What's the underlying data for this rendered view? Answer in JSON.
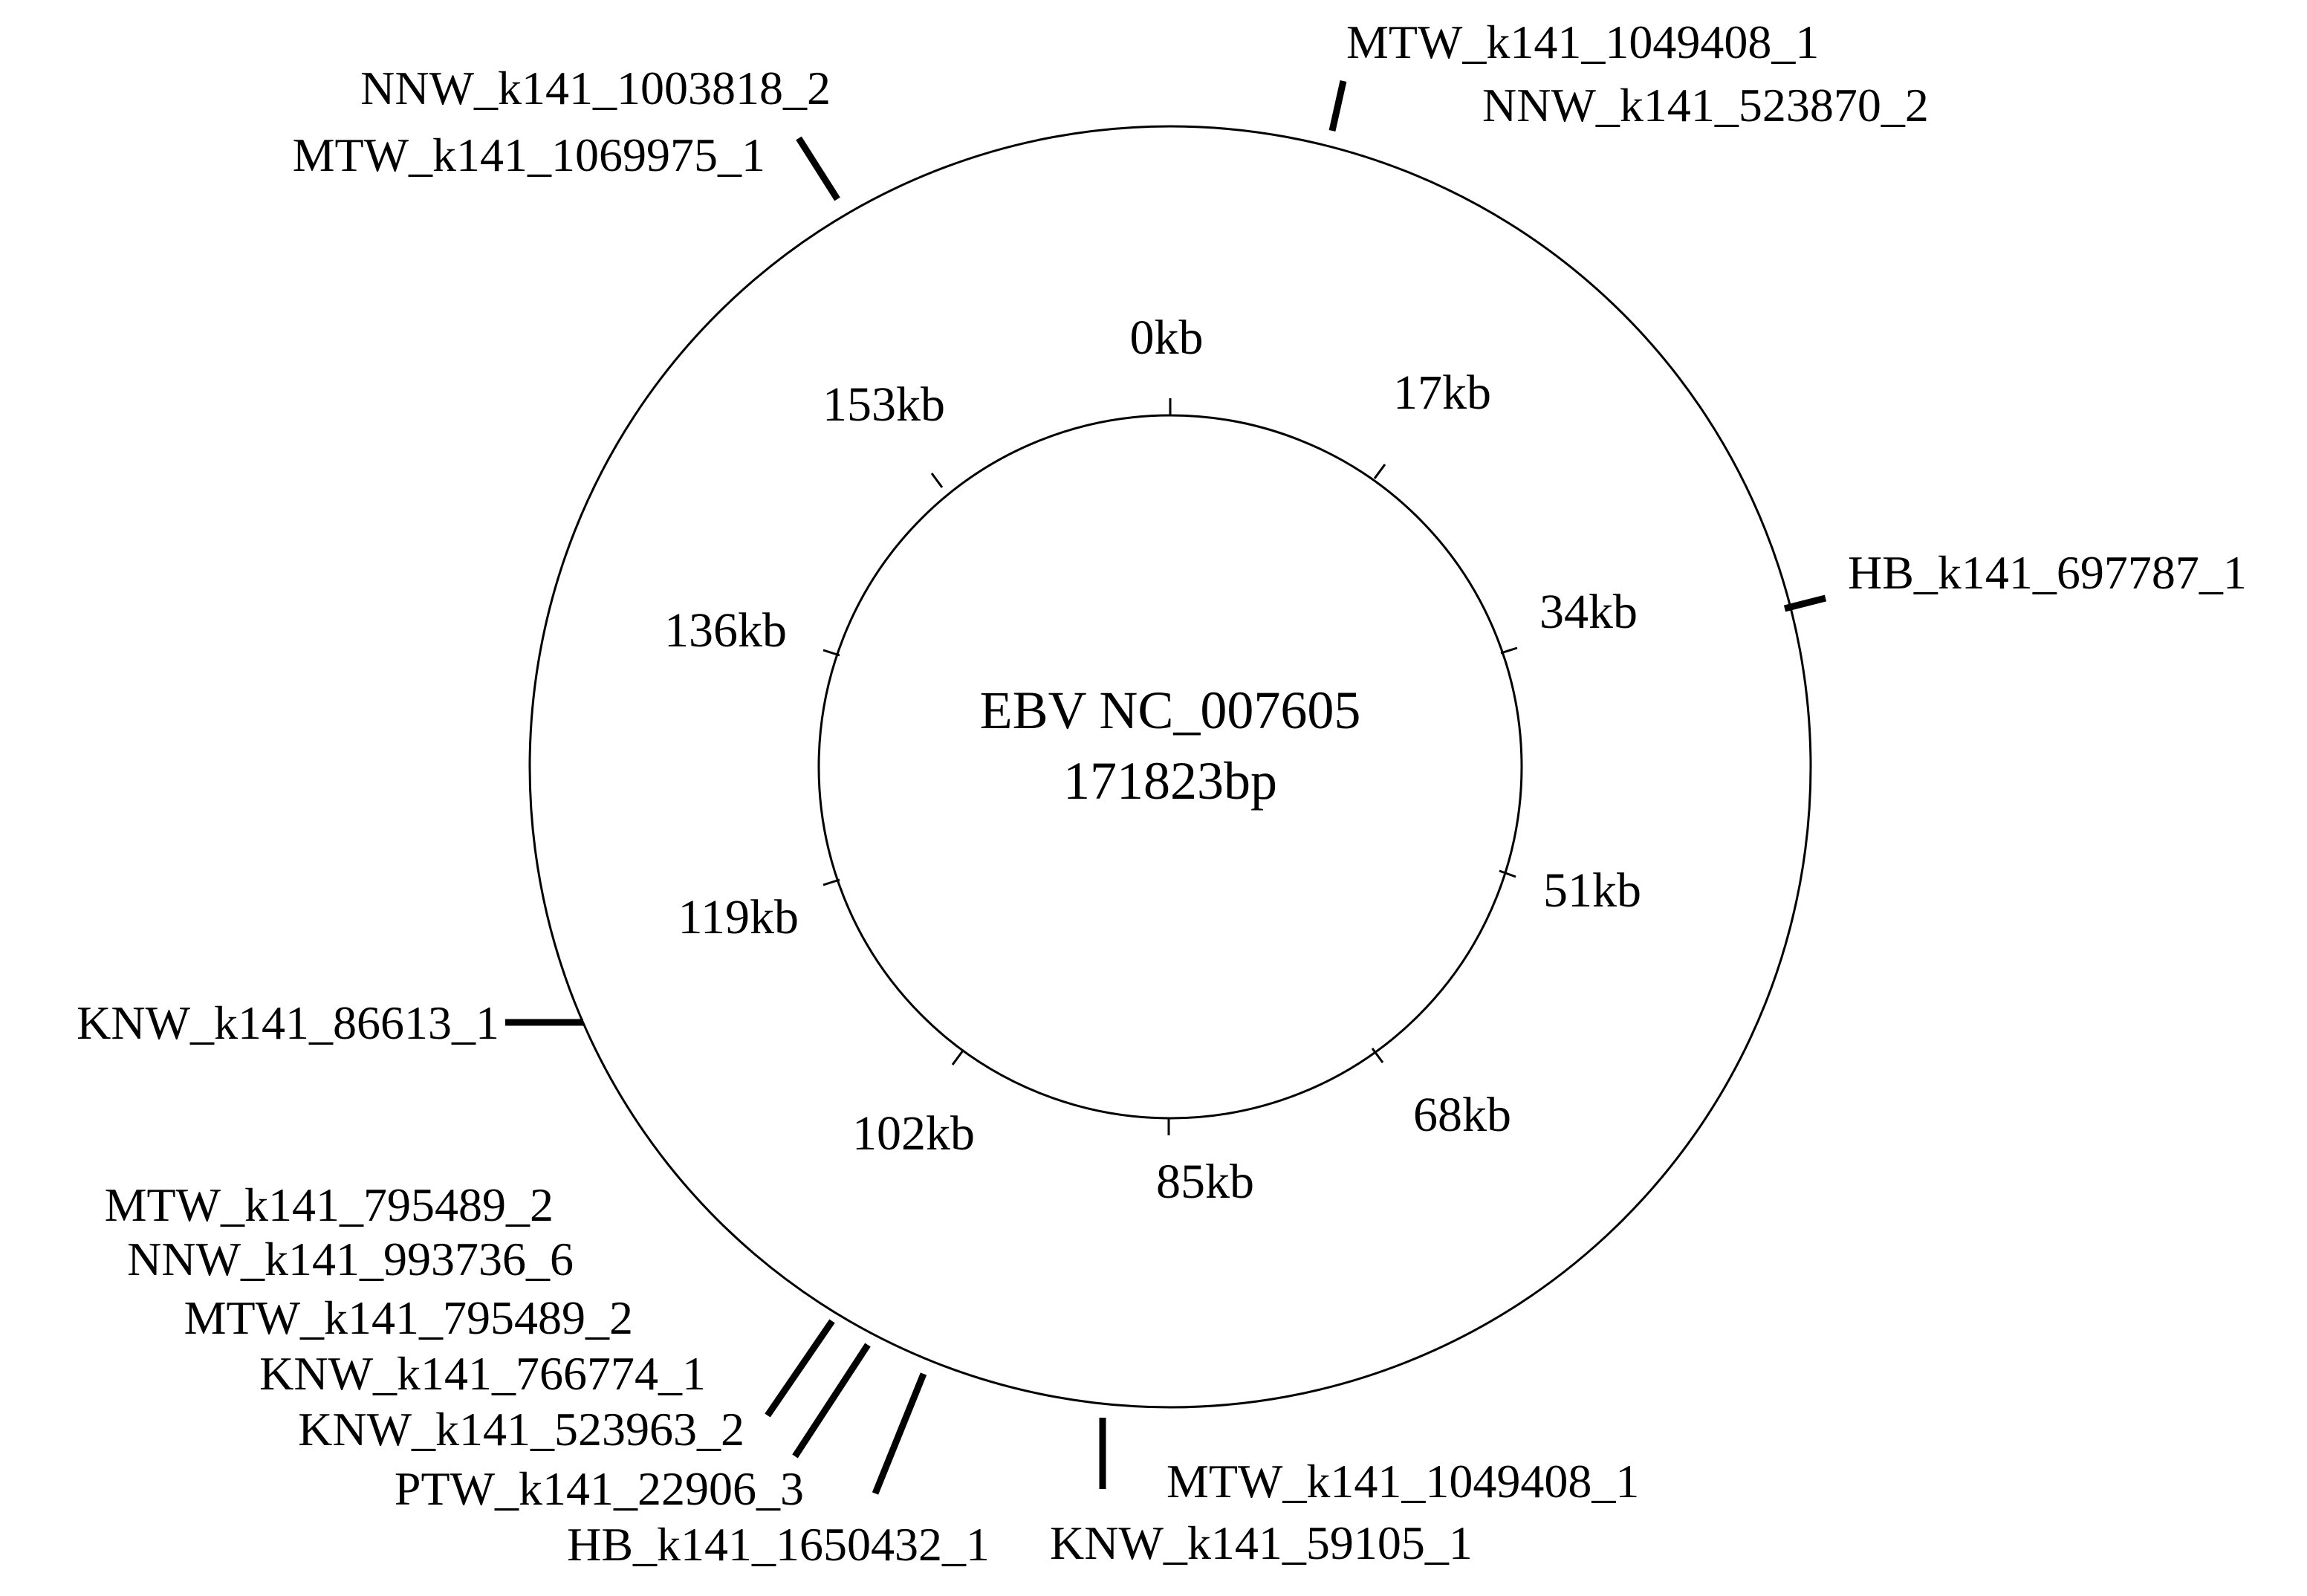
{
  "genome": {
    "name": "EBV NC_007605",
    "length_label": "171823bp",
    "length_bp": 171823
  },
  "colors": {
    "line": "#000000",
    "text": "#000000",
    "background": "#ffffff"
  },
  "scale_ticks": [
    {
      "label": "0kb",
      "kb": 0
    },
    {
      "label": "17kb",
      "kb": 17
    },
    {
      "label": "34kb",
      "kb": 34
    },
    {
      "label": "51kb",
      "kb": 51
    },
    {
      "label": "68kb",
      "kb": 68
    },
    {
      "label": "85kb",
      "kb": 85
    },
    {
      "label": "102kb",
      "kb": 102
    },
    {
      "label": "119kb",
      "kb": 119
    },
    {
      "label": "136kb",
      "kb": 136
    },
    {
      "label": "153kb",
      "kb": 153
    }
  ],
  "contig_labels": [
    "MTW_k141_1049408_1",
    "NNW_k141_523870_2",
    "NNW_k141_1003818_2",
    "MTW_k141_1069975_1",
    "HB_k141_697787_1",
    "KNW_k141_86613_1",
    "MTW_k141_795489_2",
    "NNW_k141_993736_6",
    "MTW_k141_795489_2",
    "KNW_k141_766774_1",
    "KNW_k141_523963_2",
    "PTW_k141_22906_3",
    "HB_k141_1650432_1",
    "MTW_k141_1049408_1",
    "KNW_k141_59105_1"
  ]
}
